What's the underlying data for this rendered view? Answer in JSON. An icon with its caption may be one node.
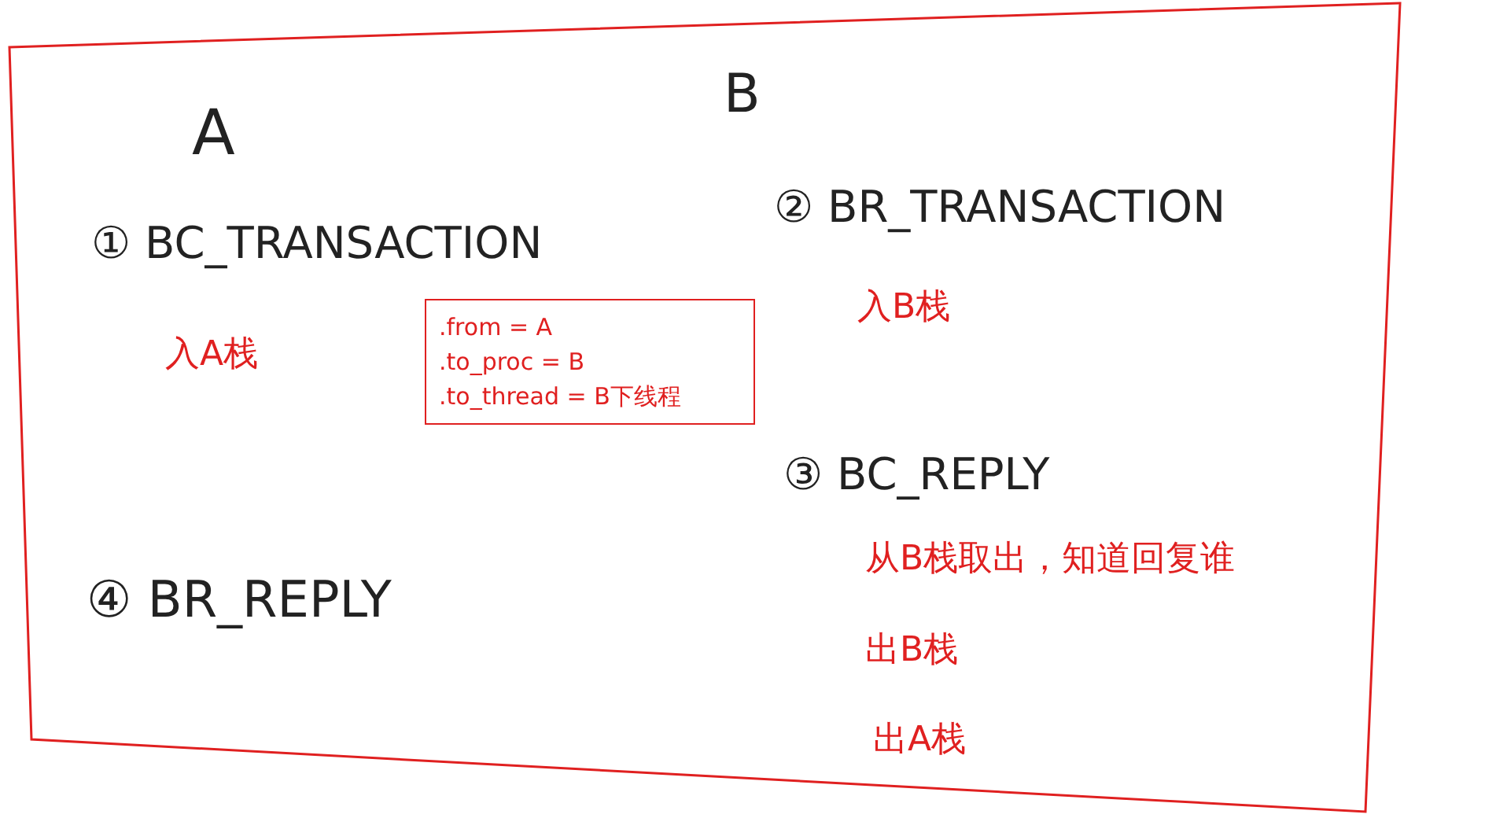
{
  "diagram": {
    "nodes": [
      {
        "text": [
          ".from = A",
          ".to_proc = B",
          ".to_thread = B下线程"
        ]
      }
    ],
    "labels": [
      "B",
      "A",
      "① BC_TRANSACTION",
      "② BR_TRANSACTION",
      "入A栈",
      "入B栈",
      "③ BC_REPLY",
      "④ BR_REPLY",
      "从B栈取出，知道回复谁",
      "出B栈",
      "出A栈"
    ]
  }
}
